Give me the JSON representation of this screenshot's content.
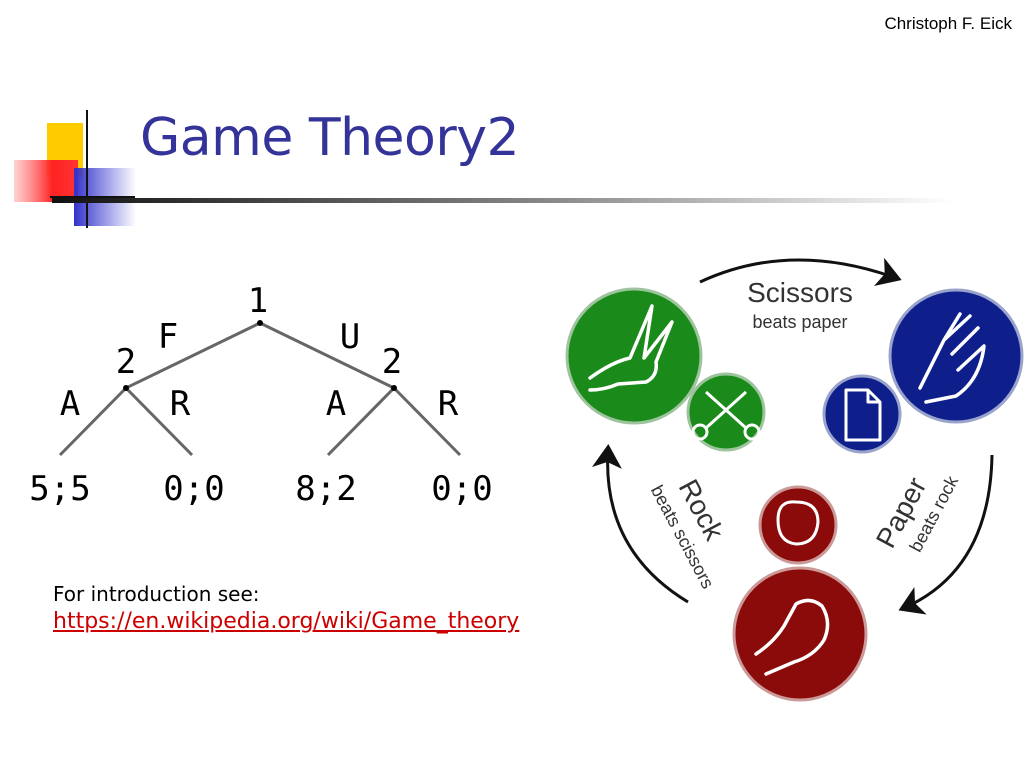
{
  "header": {
    "author": "Christoph F. Eick"
  },
  "slide": {
    "title": "Game Theory2"
  },
  "game_tree": {
    "root_player": "1",
    "player2_left": "2",
    "player2_right": "2",
    "move_f": "F",
    "move_u": "U",
    "left_a": "A",
    "left_r": "R",
    "right_a": "A",
    "right_r": "R",
    "payoffs": [
      "5;5",
      "0;0",
      "8;2",
      "0;0"
    ]
  },
  "intro": {
    "text": "For introduction see:",
    "link": "https://en.wikipedia.org/wiki/Game_theory"
  },
  "rps": {
    "scissors": {
      "name": "Scissors",
      "caption": "beats paper",
      "color": "#1a8a1a"
    },
    "paper": {
      "name": "Paper",
      "caption": "beats rock",
      "color": "#0e1f8c"
    },
    "rock": {
      "name": "Rock",
      "caption": "beats scissors",
      "color": "#8b0a0a"
    }
  },
  "colors": {
    "title": "#333399",
    "link": "#cc0000"
  }
}
